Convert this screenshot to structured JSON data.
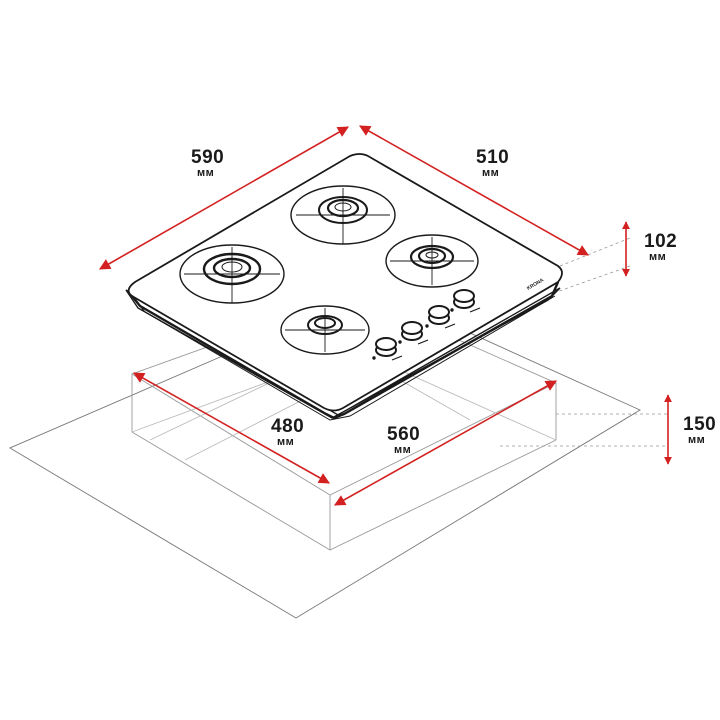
{
  "unit": "мм",
  "brand": "KRONA",
  "accent_color": "#d32020",
  "line_color": "#1a1a1a",
  "dimensions": {
    "depth": {
      "value": "590",
      "unit": "мм"
    },
    "width": {
      "value": "510",
      "unit": "мм"
    },
    "thickness": {
      "value": "102",
      "unit": "мм"
    },
    "cutout_depth": {
      "value": "480",
      "unit": "мм"
    },
    "cutout_width": {
      "value": "560",
      "unit": "мм"
    },
    "cutout_height": {
      "value": "150",
      "unit": "мм"
    }
  },
  "burners": 4,
  "knobs": 4
}
